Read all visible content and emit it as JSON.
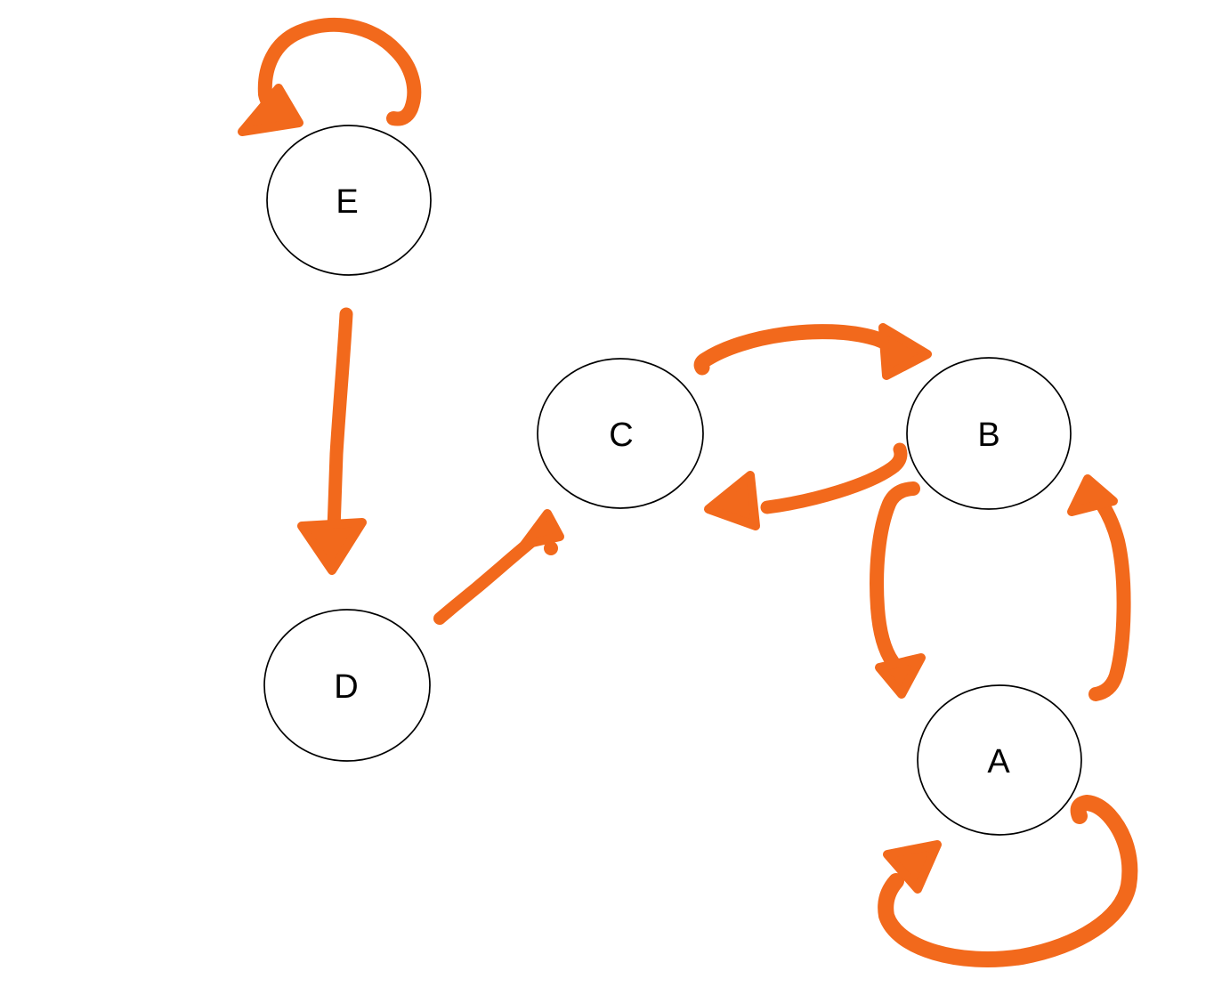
{
  "diagram": {
    "type": "directed-graph",
    "description": "Hand-drawn state diagram with five circular nodes connected by orange marker arrows",
    "colors": {
      "arrow": "#F2691C",
      "node_fill": "#ffffff",
      "node_stroke": "#000000",
      "label": "#000000",
      "background": "#ffffff"
    },
    "nodes": [
      {
        "id": "E",
        "label": "E"
      },
      {
        "id": "C",
        "label": "C"
      },
      {
        "id": "B",
        "label": "B"
      },
      {
        "id": "D",
        "label": "D"
      },
      {
        "id": "A",
        "label": "A"
      }
    ],
    "edges": [
      {
        "from": "E",
        "to": "E",
        "style": "self-loop above node"
      },
      {
        "from": "E",
        "to": "D",
        "style": "straight arrow down"
      },
      {
        "from": "D",
        "to": "C",
        "style": "diagonal arrow up-right"
      },
      {
        "from": "C",
        "to": "B",
        "style": "curved arrow, upper path"
      },
      {
        "from": "B",
        "to": "C",
        "style": "curved arrow, lower path"
      },
      {
        "from": "B",
        "to": "A",
        "style": "curved arrow down, bowing left"
      },
      {
        "from": "A",
        "to": "B",
        "style": "curved arrow up, bowing right"
      },
      {
        "from": "A",
        "to": "A",
        "style": "self-loop below node"
      }
    ]
  }
}
